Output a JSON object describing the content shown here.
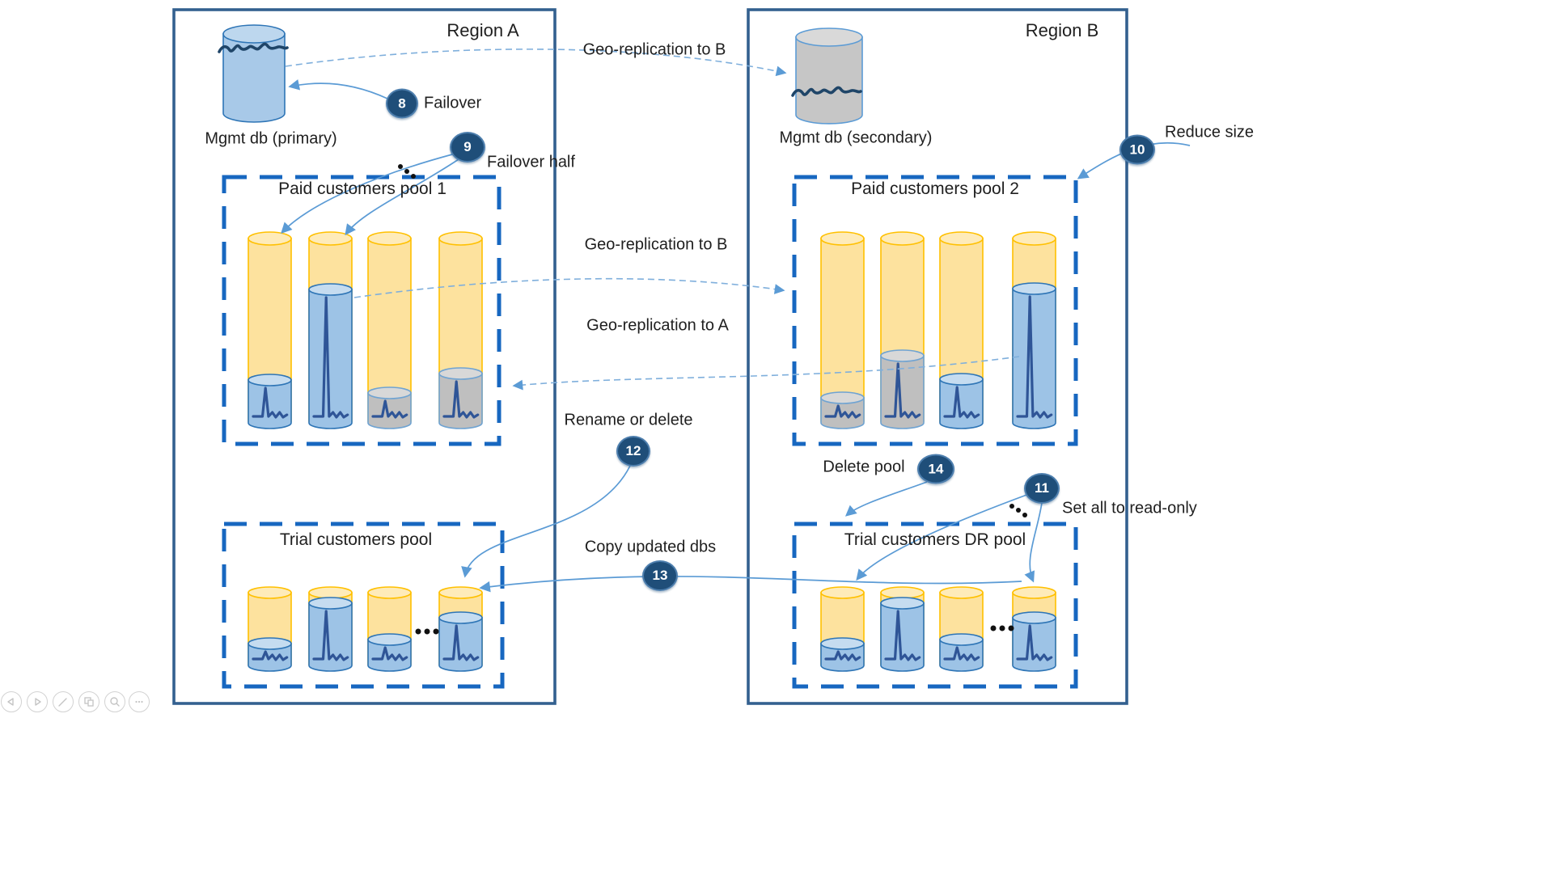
{
  "colors": {
    "region_border": "#33608F",
    "pool_border": "#1767C0",
    "arrow": "#5B9BD5",
    "arrow_dashed": "#7FAFDC",
    "badge_fill": "#1F4E79",
    "db_yellow_fill": "#FDE29E",
    "db_yellow_top": "#FEEBB9",
    "db_yellow_stroke": "#FFC000",
    "db_blue_fill": "#9DC3E6",
    "db_blue_top": "#C5DCF0",
    "db_blue_stroke": "#2E75B6",
    "db_gray_fill": "#BFBFBF",
    "db_gray_top": "#D8D8D8",
    "db_gray_stroke": "#6FA3D2",
    "sparkline": "#2F5597",
    "mgmt_primary_fill": "#A8C9E8",
    "mgmt_primary_top": "#BDD7EE",
    "mgmt_primary_stroke": "#2E75B6",
    "mgmt_secondary_fill": "#C6C6C6",
    "mgmt_secondary_top": "#D9D9D9",
    "mgmt_secondary_stroke": "#5B9BD5",
    "squiggle": "#1F4568",
    "text": "#1F1F1F"
  },
  "region_a": {
    "title": "Region A",
    "mgmt_db_label": "Mgmt db (primary)",
    "paid_pool": {
      "title": "Paid customers pool 1",
      "databases": [
        {
          "size": "large",
          "overlay": "blue",
          "overlay_level": "low"
        },
        {
          "size": "large",
          "overlay": "blue",
          "overlay_level": "high"
        },
        {
          "size": "large",
          "overlay": "gray",
          "overlay_level": "low"
        },
        {
          "size": "large",
          "overlay": "gray",
          "overlay_level": "medium"
        }
      ]
    },
    "trial_pool": {
      "title": "Trial customers pool",
      "has_ellipsis": true,
      "databases": [
        {
          "size": "small",
          "overlay": "blue",
          "overlay_level": "low"
        },
        {
          "size": "small",
          "overlay": "blue",
          "overlay_level": "high"
        },
        {
          "size": "small",
          "overlay": "blue",
          "overlay_level": "low"
        },
        {
          "size": "small",
          "overlay": "blue",
          "overlay_level": "medium"
        }
      ]
    }
  },
  "region_b": {
    "title": "Region B",
    "mgmt_db_label": "Mgmt db (secondary)",
    "paid_pool": {
      "title": "Paid customers pool 2",
      "databases": [
        {
          "size": "large",
          "overlay": "gray",
          "overlay_level": "low"
        },
        {
          "size": "large",
          "overlay": "gray",
          "overlay_level": "medium"
        },
        {
          "size": "large",
          "overlay": "blue",
          "overlay_level": "low"
        },
        {
          "size": "large",
          "overlay": "blue",
          "overlay_level": "high"
        }
      ]
    },
    "trial_pool": {
      "title": "Trial customers DR pool",
      "has_ellipsis": true,
      "databases": [
        {
          "size": "small",
          "overlay": "blue",
          "overlay_level": "low"
        },
        {
          "size": "small",
          "overlay": "blue",
          "overlay_level": "high"
        },
        {
          "size": "small",
          "overlay": "blue",
          "overlay_level": "low"
        },
        {
          "size": "small",
          "overlay": "blue",
          "overlay_level": "medium"
        }
      ]
    }
  },
  "callouts": {
    "geo_replication_to_b_top": "Geo-replication to B",
    "geo_replication_to_b_mid": "Geo-replication to B",
    "geo_replication_to_a": "Geo-replication to A",
    "step8": {
      "num": "8",
      "label": "Failover"
    },
    "step9": {
      "num": "9",
      "label": "Failover half"
    },
    "step10": {
      "num": "10",
      "label": "Reduce size"
    },
    "step11": {
      "num": "11",
      "label": "Set all to read-only"
    },
    "step12": {
      "num": "12",
      "label": "Rename or delete"
    },
    "step13": {
      "num": "13",
      "label": "Copy updated dbs"
    },
    "step14": {
      "num": "14",
      "label": "Delete pool"
    }
  },
  "toolbar": {
    "buttons": [
      "previous-slide",
      "next-slide",
      "pen-tools",
      "slide-navigator",
      "zoom",
      "more-options"
    ]
  }
}
